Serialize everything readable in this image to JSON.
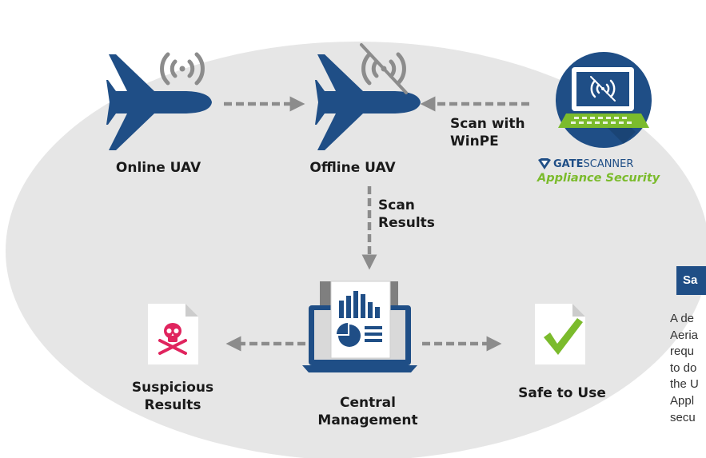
{
  "nodes": {
    "online_uav": "Online UAV",
    "offline_uav": "Offline UAV",
    "scan_with": [
      "Scan with",
      "WinPE"
    ],
    "scan_results": [
      "Scan",
      "Results"
    ],
    "central_management": [
      "Central",
      "Management"
    ],
    "suspicious_results": [
      "Suspicious",
      "Results"
    ],
    "safe_to_use": "Safe to Use"
  },
  "brand": {
    "gate": "GATE",
    "scanner": "SCANNER",
    "subtitle": "Appliance Security"
  },
  "side_panel": {
    "heading": "Sa",
    "lines": [
      "A de",
      "Aeria",
      "requ",
      "to do",
      "the U",
      "Appl",
      "secu"
    ]
  },
  "colors": {
    "ellipse": "#e6e6e6",
    "uav": "#1f4e86",
    "signal": "#8c8c8c",
    "arrow": "#8c8c8c",
    "skull": "#e0245e",
    "check": "#7bbb2c",
    "brand_green": "#7bbb2c",
    "laptop_circle": "#1f4e86"
  }
}
